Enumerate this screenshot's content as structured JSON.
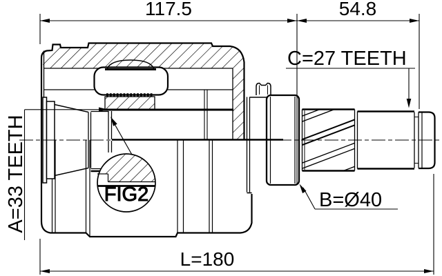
{
  "drawing": {
    "background_color": "#ffffff",
    "line_color": "#000000",
    "dimensions": {
      "housing_length": "117.5",
      "shaft_length": "54.8",
      "overall_length": "L=180"
    },
    "labels": {
      "inner_spline": "A=33 TEETH",
      "outer_spline": "C=27 TEETH",
      "shaft_diameter": "B=Ø40",
      "detail_reference": "FIG2"
    }
  }
}
